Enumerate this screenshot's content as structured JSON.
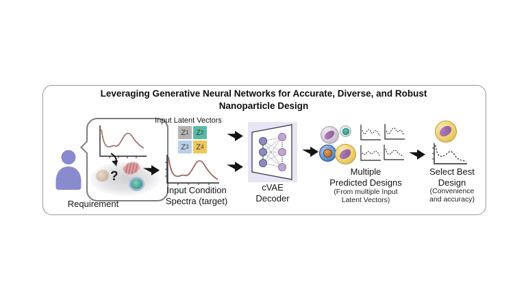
{
  "figure": {
    "title_line1": "Leveraging Generative Neural Networks for Accurate, Diverse, and Robust",
    "title_line2": "Nanoparticle Design"
  },
  "requirement": {
    "label": "Requirement",
    "question_mark": "?"
  },
  "latent_vectors": {
    "label": "Input Latent Vectors",
    "boxes": [
      {
        "z": "Z",
        "sub": "1",
        "color": "#b5b2b2"
      },
      {
        "z": "Z",
        "sub": "2",
        "color": "#57bba4"
      },
      {
        "z": "Z",
        "sub": "3",
        "color": "#bad0ea"
      },
      {
        "z": "Z",
        "sub": "4",
        "color": "#edc75c"
      }
    ]
  },
  "condition_spectra": {
    "label_line1": "Input Condition",
    "label_line2": "Spectra (target)"
  },
  "decoder": {
    "label_line1": "cVAE",
    "label_line2": "Decoder",
    "panel_color": "#e8e6f4"
  },
  "predictions": {
    "label_line1": "Multiple",
    "label_line2": "Predicted Designs",
    "sublabel_line1": "(From multiple Input",
    "sublabel_line2": "Latent Vectors)"
  },
  "best_design": {
    "label_line1": "Select Best",
    "label_line2": "Design",
    "sublabel_line1": "(Convenience",
    "sublabel_line2": "and accuracy)"
  },
  "colors": {
    "person": "#8a8ace",
    "spectrum_curve": "#9c675e",
    "dashed_curve": "#333333",
    "arrow": "#141414",
    "decoder_node_left": "#8b8bc2",
    "decoder_node_right": "#c1a6cf"
  }
}
